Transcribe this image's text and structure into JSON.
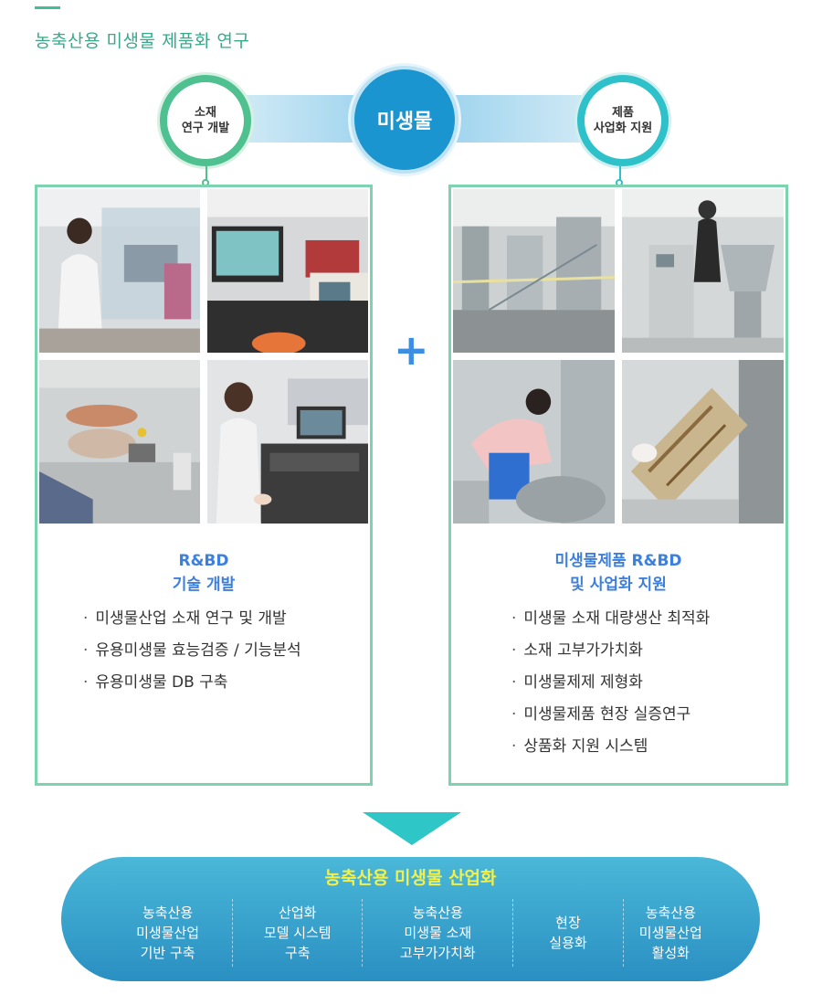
{
  "header": {
    "title": "농축산용 미생물 제품화 연구"
  },
  "top": {
    "left_circle": "소재\n연구 개발",
    "center_circle": "미생물",
    "right_circle": "제품\n사업화 지원"
  },
  "left_panel": {
    "heading_line1": "R&BD",
    "heading_line2": "기술 개발",
    "items": [
      "미생물산업 소재 연구 및 개발",
      "유용미생물 효능검증 / 기능분석",
      "유용미생물 DB 구축"
    ]
  },
  "right_panel": {
    "heading_line1": "미생물제품 R&BD",
    "heading_line2": "및 사업화 지원",
    "items": [
      "미생물 소재 대량생산 최적화",
      "소재 고부가가치화",
      "미생물제제 제형화",
      "미생물제품 현장 실증연구",
      "상품화 지원 시스템"
    ]
  },
  "plus_sign": "+",
  "bottom": {
    "title": "농축산용 미생물 산업화",
    "items": [
      "농축산용\n미생물산업\n기반 구축",
      "산업화\n모델 시스템\n구축",
      "농축산용\n미생물 소재\n고부가가치화",
      "현장\n실용화",
      "농축산용\n미생물산업\n활성화"
    ]
  },
  "colors": {
    "green": "#4fc08f",
    "teal": "#2ec1c9",
    "blue": "#1b95cf",
    "heading_blue": "#3d7fdc",
    "yellow": "#f3f04a"
  }
}
